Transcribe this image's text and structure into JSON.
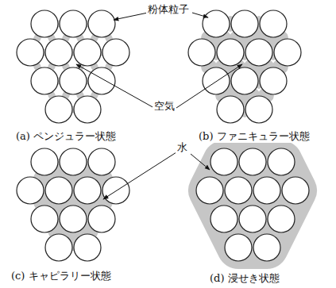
{
  "diagram": {
    "labels": [
      "粉体粒子",
      "空気",
      "水",
      "(a) ペンジュラー状態",
      "(b) ファニキュラー状態",
      "(c) キャピラリー状態",
      "(d) 浸せき状態"
    ]
  }
}
